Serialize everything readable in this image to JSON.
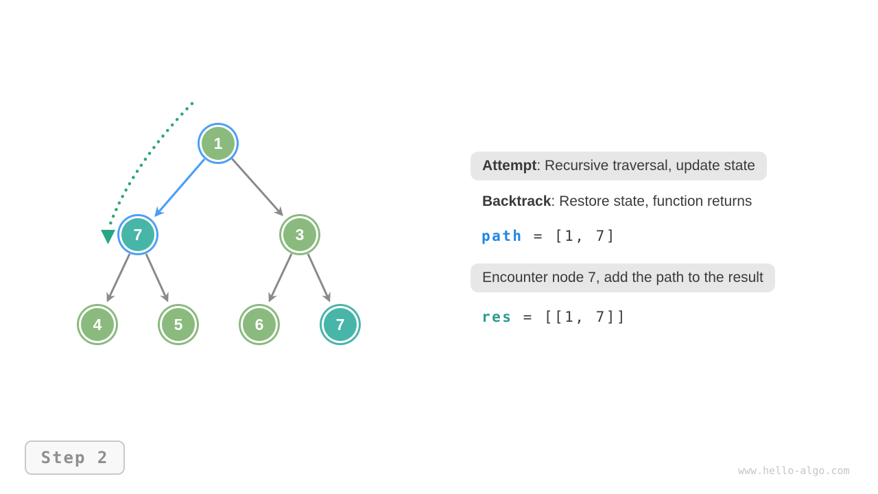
{
  "figure": {
    "tree": {
      "nodes": [
        {
          "value": "1",
          "fill": "green",
          "ring": "blue",
          "note": "root, on current path"
        },
        {
          "value": "7",
          "fill": "teal",
          "ring": "blue",
          "note": "current node, on path"
        },
        {
          "value": "3",
          "fill": "green",
          "ring": "green",
          "note": "unvisited"
        },
        {
          "value": "4",
          "fill": "green",
          "ring": "green",
          "note": "unvisited"
        },
        {
          "value": "5",
          "fill": "green",
          "ring": "green",
          "note": "unvisited"
        },
        {
          "value": "6",
          "fill": "green",
          "ring": "green",
          "note": "unvisited"
        },
        {
          "value": "7",
          "fill": "teal",
          "ring": "teal",
          "note": "target value node"
        }
      ],
      "edges": [
        {
          "from": 0,
          "to": 1,
          "highlight": true
        },
        {
          "from": 0,
          "to": 2,
          "highlight": false
        },
        {
          "from": 1,
          "to": 3,
          "highlight": false
        },
        {
          "from": 1,
          "to": 4,
          "highlight": false
        },
        {
          "from": 2,
          "to": 5,
          "highlight": false
        },
        {
          "from": 2,
          "to": 6,
          "highlight": false
        }
      ]
    },
    "panel": {
      "attempt_label": "Attempt",
      "attempt_rest": ": Recursive traversal, update state",
      "backtrack_label": "Backtrack",
      "backtrack_rest": ": Restore state, function returns",
      "path_var": "path",
      "path_rest": " = [1, 7]",
      "encounter_text": "Encounter node 7, add the path to the result",
      "res_var": "res",
      "res_rest": " = [[1, 7]]"
    },
    "step_label": "Step 2",
    "watermark": "www.hello-algo.com",
    "icons": {
      "trace_arrowhead": "downward teal triangle marking traversal position"
    },
    "colors": {
      "node_green": "#8ABA7E",
      "node_teal": "#48B5A9",
      "highlight_ring_blue": "#4B9FF5",
      "edge_gray": "#8A8A8A",
      "edge_highlight_blue": "#4B9FF5",
      "trace_dotted_green": "#2BA876",
      "trace_arrow_teal": "#27A584",
      "code_path_blue": "#2186E6",
      "code_res_teal": "#2A9A92",
      "callout_bg": "#E7E7E7",
      "text_dark": "#3A3A3A"
    }
  }
}
